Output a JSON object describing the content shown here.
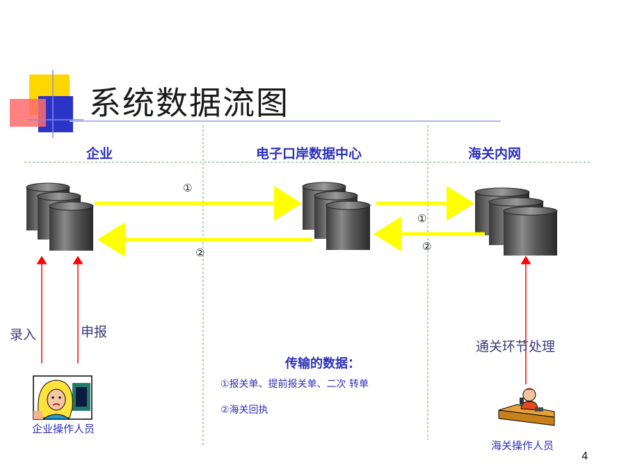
{
  "slide": {
    "title": "系统数据流图",
    "page_number": "4"
  },
  "columns": {
    "enterprise": "企业",
    "data_center": "电子口岸数据中心",
    "customs_intranet": "海关内网"
  },
  "flows": {
    "left_forward_marker": "①",
    "left_return_marker": "②",
    "right_forward_marker": "①",
    "right_return_marker": "②"
  },
  "vertical_labels": {
    "entry": "录入",
    "declare": "申报",
    "clearance": "通关环节处理"
  },
  "transmitted_data": {
    "title": "传输的数据：",
    "items": [
      "①报关单、提前报关单、二次 转单",
      "②海关回执"
    ]
  },
  "people": {
    "enterprise_operator": "企业操作人员",
    "customs_operator": "海关操作人员"
  },
  "colors": {
    "heading_blue": "#2b2fb8",
    "arrow_yellow": "#ffff00",
    "arrow_red": "#ff0000",
    "divider_green": "#4caf50"
  }
}
